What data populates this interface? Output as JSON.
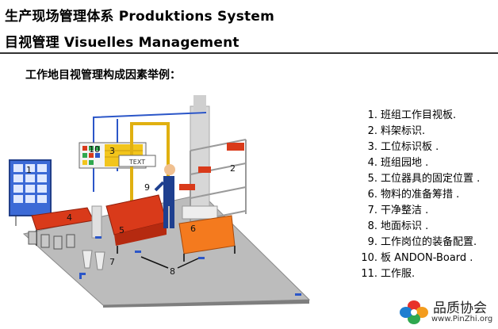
{
  "header": {
    "title_line1": "生产现场管理体系  Produktions System",
    "title_line2": "目视管理     Visuelles Management"
  },
  "subtitle": "工作地目视管理构成因素举例：",
  "scene": {
    "labels": [
      "1",
      "2",
      "3",
      "4",
      "5",
      "6",
      "7",
      "8",
      "9",
      "10"
    ],
    "board_caption": "TEXT",
    "colors": {
      "floor": "#b9b9b9",
      "floor_edge": "#8a8a8a",
      "wall": "#e4e4e4",
      "red": "#d93a1a",
      "orange": "#f47a1e",
      "yellow": "#f2c51c",
      "blue": "#2b56c8",
      "worker": "#1e3f8f"
    }
  },
  "elements": [
    {
      "num": "1.",
      "text": "班组工作目视板."
    },
    {
      "num": "2.",
      "text": "料架标识."
    },
    {
      "num": "3.",
      "text": "工位标识板 ."
    },
    {
      "num": "4.",
      "text": "班组园地 ."
    },
    {
      "num": "5.",
      "text": "工位器具的固定位置 ."
    },
    {
      "num": "6.",
      "text": "物料的准备筹措 ."
    },
    {
      "num": "7.",
      "text": "干净整洁 ."
    },
    {
      "num": "8.",
      "text": "地面标识 ."
    },
    {
      "num": "9.",
      "text": "工作岗位的装备配置."
    },
    {
      "num": "10.",
      "text": "板 ANDON-Board ."
    },
    {
      "num": "11.",
      "text": "工作服."
    }
  ],
  "logo": {
    "name": "品质协会",
    "url": "www.PinZhi.org",
    "colors": [
      "#e8312a",
      "#f39c1e",
      "#2fa84f",
      "#1e7fd0"
    ]
  }
}
